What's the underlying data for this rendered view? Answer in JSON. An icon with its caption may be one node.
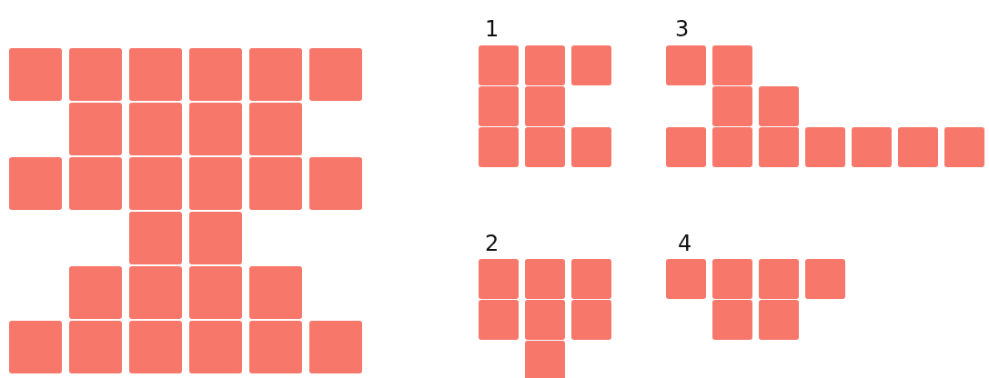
{
  "diagram": {
    "labels": [
      "1",
      "3",
      "2",
      "4"
    ]
  }
}
